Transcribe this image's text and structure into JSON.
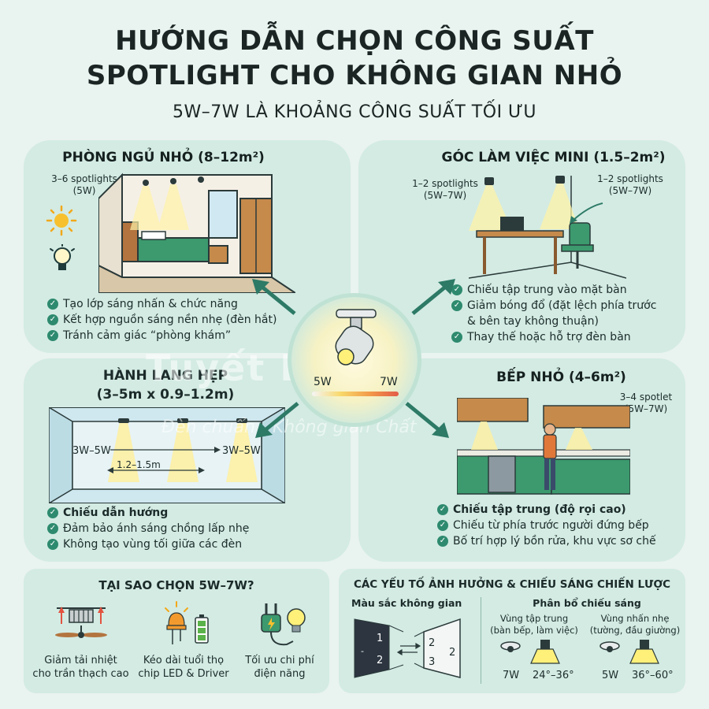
{
  "header": {
    "title_line1": "HƯỚNG DẪN CHỌN CÔNG SUẤT",
    "title_line2": "SPOTLIGHT CHO KHÔNG GIAN NHỎ",
    "subtitle": "5W–7W LÀ KHOẢNG CÔNG SUẤT TỐI ƯU"
  },
  "bedroom": {
    "title": "PHÒNG NGỦ NHỎ (8–12m²)",
    "spot_label_1": "3–6 spotlights",
    "spot_label_2": "(5W)",
    "bullets": [
      "Tạo lớp sáng nhấn & chức năng",
      "Kết hợp nguồn sáng nền nhẹ (đèn hắt)",
      "Tránh cảm giác “phòng khám”"
    ]
  },
  "workspace": {
    "title": "GÓC LÀM VIỆC MINI (1.5–2m²)",
    "label_a1": "1–2 spotlights",
    "label_a2": "(5W–7W)",
    "label_b1": "1–2 spotlights",
    "label_b2": "(5W–7W)",
    "bullets": [
      "Chiếu tập trung vào mặt bàn",
      "Giảm bóng đổ (đặt lệch phía trước",
      "& bên tay không thuận)",
      "Thay thế hoặc hỗ trợ đèn bàn"
    ]
  },
  "hallway": {
    "title1": "HÀNH LANG HẸP",
    "title2": "(3–5m x 0.9–1.2m)",
    "left_power": "3W–5W",
    "right_power": "3W–5W",
    "spacing": "1.2–1.5m",
    "bullets": [
      "Chiếu dẫn hướng",
      "Đảm bảo ánh sáng chồng lấp nhẹ",
      "Không tạo vùng tối giữa các đèn"
    ]
  },
  "kitchen": {
    "title": "BẾP NHỎ (4–6m²)",
    "spot_label_1": "3–4 spotlet",
    "spot_label_2": "(5W–7W)",
    "bullets": [
      "Chiếu tập trung (độ rọi cao)",
      "Chiếu từ phía trước người đứng bếp",
      "Bố trí hợp lý bồn rửa, khu vực sơ chế"
    ]
  },
  "center": {
    "min_label": "5W",
    "max_label": "7W",
    "watermark_brand": "Tuyết Light",
    "watermark_slogan": "Đèn chuẩn - Không gian Chất"
  },
  "why": {
    "title": "TẠI SAO CHỌN 5W–7W?",
    "items": [
      {
        "line1": "Giảm tải nhiệt",
        "line2": "cho trần thạch cao",
        "icon": "heat-sink-fan-icon"
      },
      {
        "line1": "Kéo dài tuổi thọ",
        "line2": "chip LED & Driver",
        "icon": "led-battery-icon"
      },
      {
        "line1": "Tối ưu chi phí",
        "line2": "điện năng",
        "icon": "plug-bulb-icon"
      }
    ]
  },
  "factors": {
    "title": "CÁC YẾU TỐ ẢNH HƯỞNG & CHIẾU SÁNG CHIẾN LƯỢC",
    "color_space_label": "Màu sắc không gian",
    "distribution_label": "Phân bổ chiếu sáng",
    "dark_panel_numbers": [
      "1",
      "2",
      "-"
    ],
    "light_panel_numbers": [
      "2",
      "2",
      "3"
    ],
    "focus_zone_1": "Vùng tập trung",
    "focus_zone_2": "(bàn bếp, làm việc)",
    "accent_zone_1": "Vùng nhấn nhẹ",
    "accent_zone_2": "(tường, đầu giường)",
    "focus_power": "7W",
    "focus_angle": "24°–36°",
    "accent_power": "5W",
    "accent_angle": "36°–60°"
  },
  "colors": {
    "panel": "#d3ebe3",
    "accent_green": "#2e8a6e",
    "arrow": "#2d7a66"
  }
}
